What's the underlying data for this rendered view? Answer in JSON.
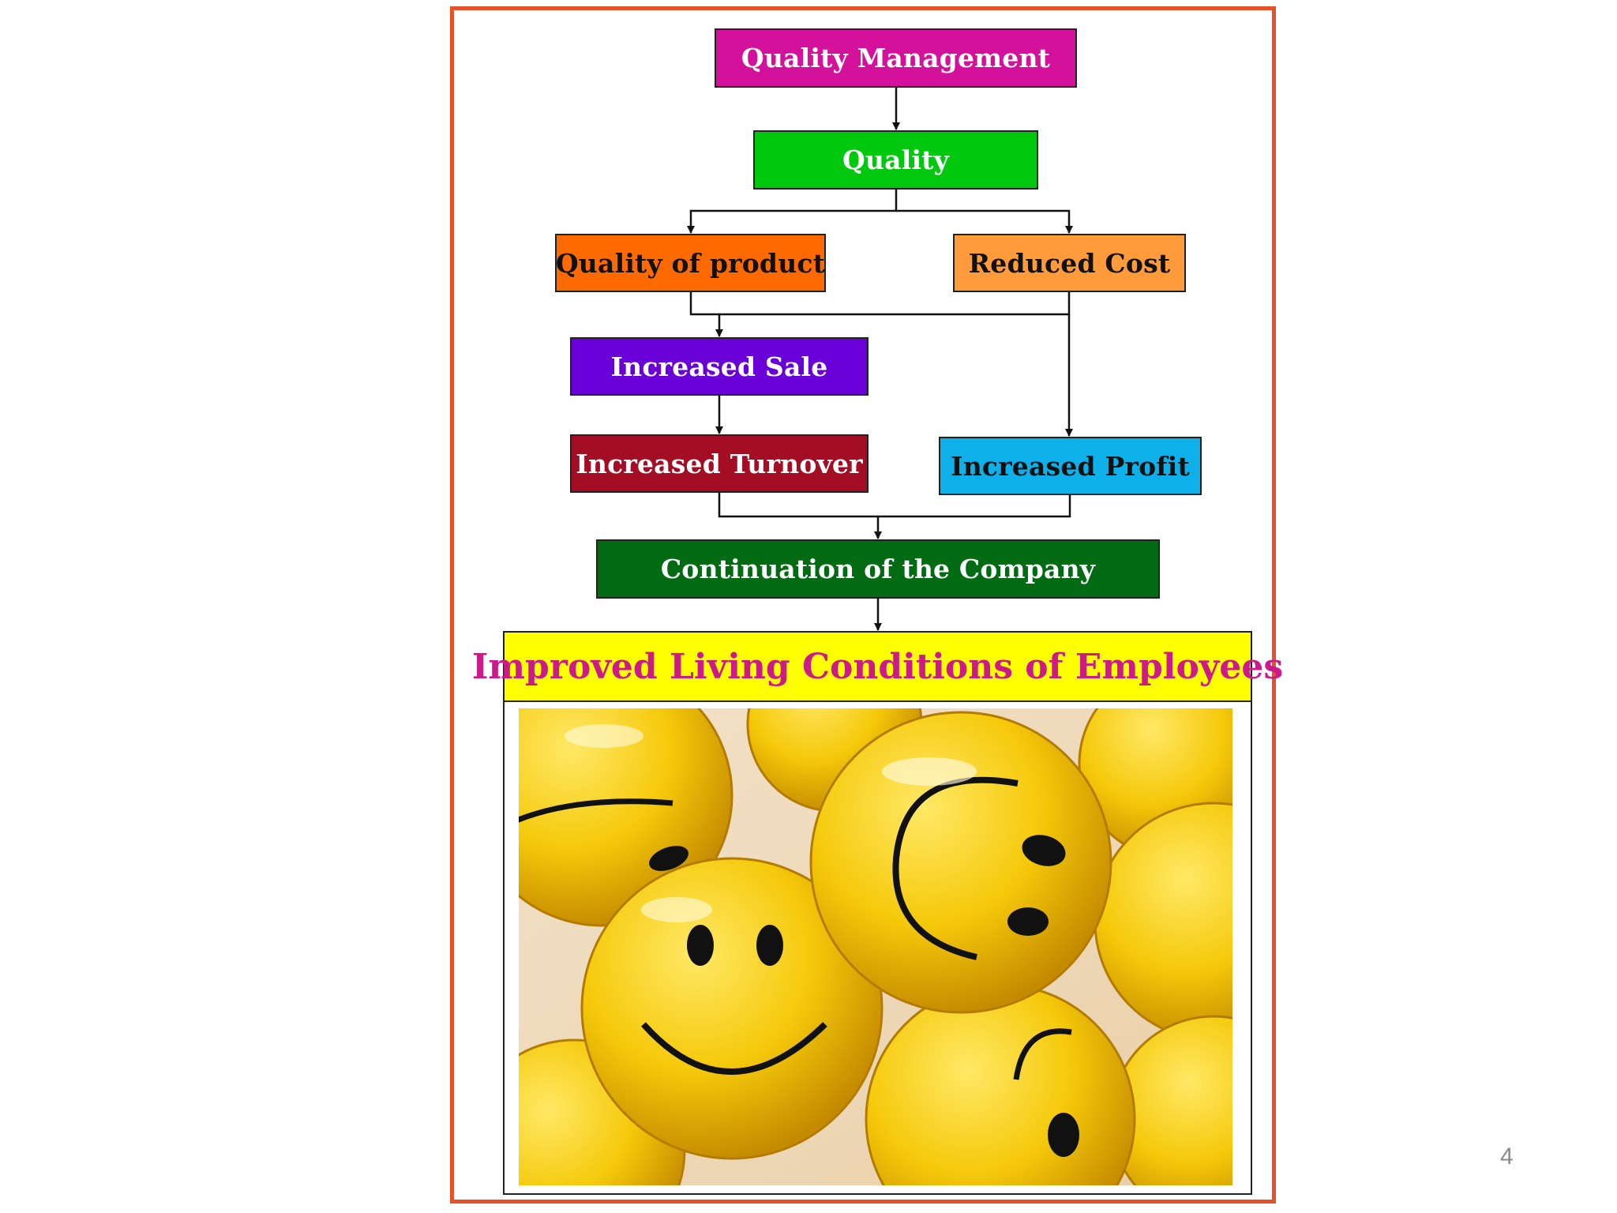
{
  "nodes": [
    {
      "id": "quality-management",
      "label": "Quality Management",
      "fill": "#d4119b",
      "text_color": "#ffffff"
    },
    {
      "id": "quality",
      "label": "Quality",
      "fill": "#00c80f",
      "text_color": "#ffffff"
    },
    {
      "id": "quality-of-product",
      "label": "Quality of product",
      "fill": "#ff6a00",
      "text_color": "#111111"
    },
    {
      "id": "reduced-cost",
      "label": "Reduced Cost",
      "fill": "#ff9b3a",
      "text_color": "#111111"
    },
    {
      "id": "increased-sale",
      "label": "Increased Sale",
      "fill": "#6a00d8",
      "text_color": "#ffffff"
    },
    {
      "id": "increased-turnover",
      "label": "Increased Turnover",
      "fill": "#a30e25",
      "text_color": "#ffffff"
    },
    {
      "id": "increased-profit",
      "label": "Increased Profit",
      "fill": "#0eb0ea",
      "text_color": "#111111"
    },
    {
      "id": "continuation-of-company",
      "label": "Continuation of the Company",
      "fill": "#006b12",
      "text_color": "#ffffff"
    }
  ],
  "edges": [
    [
      "quality-management",
      "quality"
    ],
    [
      "quality",
      "quality-of-product"
    ],
    [
      "quality",
      "reduced-cost"
    ],
    [
      "quality-of-product",
      "increased-sale"
    ],
    [
      "reduced-cost",
      "increased-sale"
    ],
    [
      "reduced-cost",
      "increased-profit"
    ],
    [
      "increased-sale",
      "increased-turnover"
    ],
    [
      "increased-turnover",
      "continuation-of-company"
    ],
    [
      "increased-profit",
      "continuation-of-company"
    ],
    [
      "continuation-of-company",
      "improved-living-conditions"
    ]
  ],
  "outcome": {
    "label": "Improved Living Conditions of Employees",
    "banner_fill": "#ffff00",
    "text_color": "#cc1a8a",
    "image_icon": "smiley-balls-photo"
  },
  "frame_color": "#e8502a",
  "page_number": "4"
}
